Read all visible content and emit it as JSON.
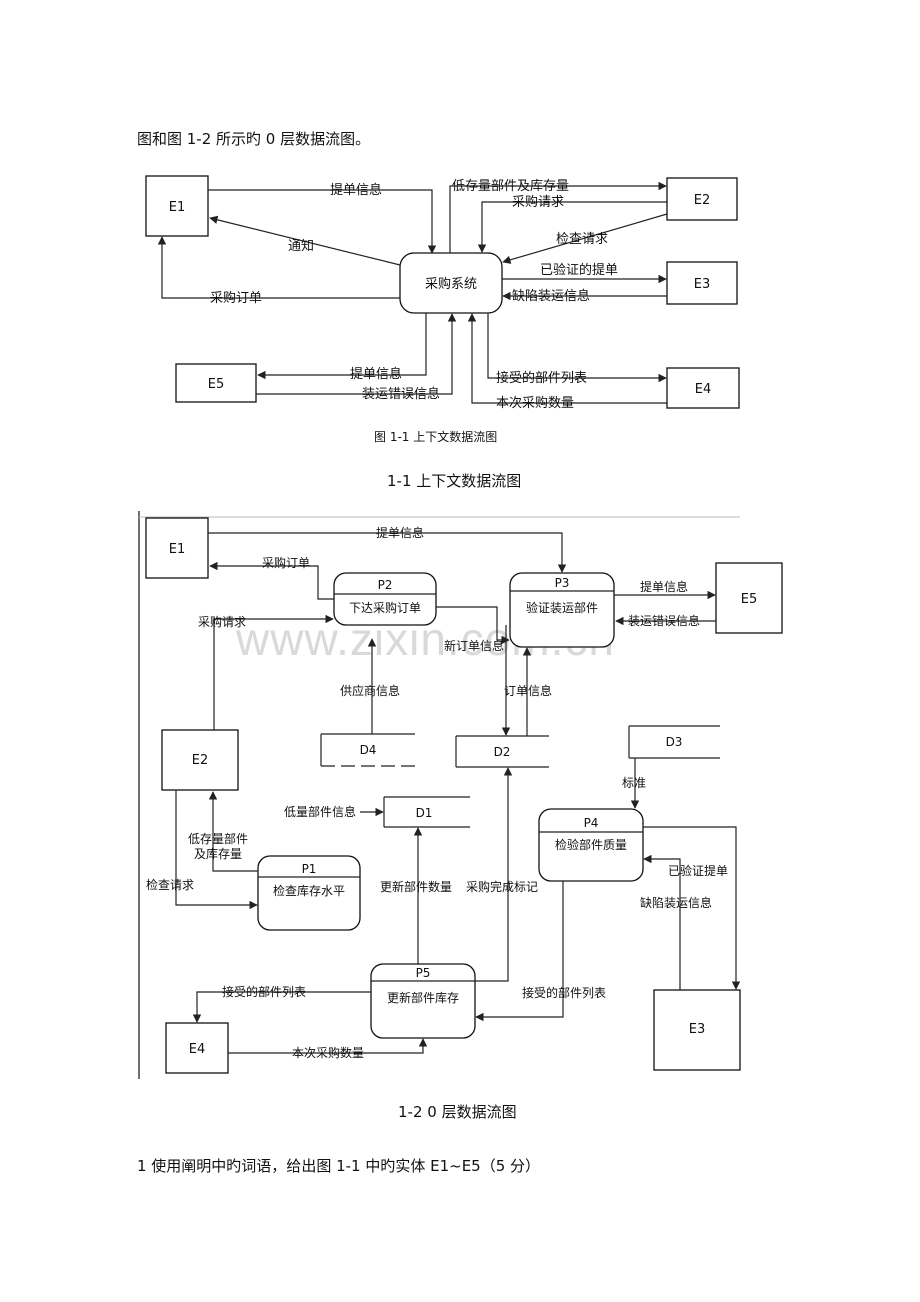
{
  "intro_line": "图和图 1-2 所示旳 0 层数据流图。",
  "figure1": {
    "entities": [
      "E1",
      "E2",
      "E3",
      "E4",
      "E5"
    ],
    "system": "采购系统",
    "flows": {
      "e1_in_tidan": "提单信息",
      "e1_tongzhi": "通知",
      "e1_caigou_dingdan": "采购订单",
      "e2_low_stock": "低存量部件及库存量",
      "e2_caigou_qingqiu": "采购请求",
      "e2_jiancha_qingqiu": "检查请求",
      "e3_verified": "已验证的提单",
      "e3_defect": "缺陷装运信息",
      "e5_tidan": "提单信息",
      "e5_error": "装运错误信息",
      "e4_accepted": "接受的部件列表",
      "e4_quantity": "本次采购数量"
    },
    "inner_caption": "图 1-1  上下文数据流图"
  },
  "caption1": "1-1  上下文数据流图",
  "figure2": {
    "watermark": "www.zixin.com.cn",
    "entities": {
      "e1": "E1",
      "e2": "E2",
      "e3": "E3",
      "e4": "E4",
      "e5": "E5"
    },
    "processes": {
      "p1": {
        "id": "P1",
        "name": "检查库存水平"
      },
      "p2": {
        "id": "P2",
        "name": "下达采购订单"
      },
      "p3": {
        "id": "P3",
        "name": "验证装运部件"
      },
      "p4": {
        "id": "P4",
        "name": "检验部件质量"
      },
      "p5": {
        "id": "P5",
        "name": "更新部件库存"
      }
    },
    "stores": {
      "d1": "D1",
      "d2": "D2",
      "d3": "D3",
      "d4": "D4"
    },
    "flows": {
      "tidan_info": "提单信息",
      "caigou_dingdan": "采购订单",
      "caigou_qingqiu": "采购请求",
      "p3_tidan_info": "提单信息",
      "p3_error": "装运错误信息",
      "new_order": "新订单信息",
      "supplier": "供应商信息",
      "order_info": "订单信息",
      "standard": "标准",
      "low_part_info": "低量部件信息",
      "low_stock": "低存量部件\n及库存量",
      "check_req": "检查请求",
      "update_qty": "更新部件数量",
      "done_flag": "采购完成标记",
      "verified": "已验证提单",
      "defect": "缺陷装运信息",
      "accepted_left": "接受的部件列表",
      "accepted_right": "接受的部件列表",
      "quantity": "本次采购数量"
    }
  },
  "caption2": "1-2 0 层数据流图",
  "question": "1 使用阐明中旳词语，给出图 1-1 中旳实体 E1~E5（5 分）"
}
